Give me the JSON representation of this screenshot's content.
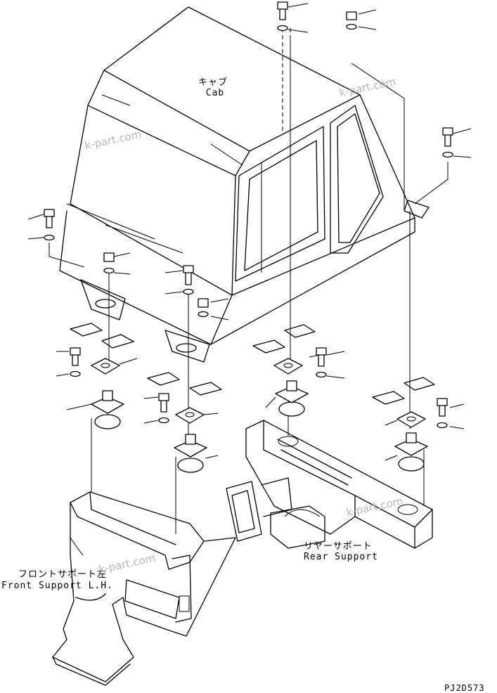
{
  "labels": {
    "cab_jp": "キャブ",
    "cab_en": "Cab",
    "rear_support_jp": "リヤーサポート",
    "rear_support_en": "Rear Support",
    "front_support_jp": "フロントサポート左",
    "front_support_en": "Front Support L.H.",
    "drawing_code": "PJ2D573"
  },
  "watermarks": {
    "text": "k-part.com"
  }
}
